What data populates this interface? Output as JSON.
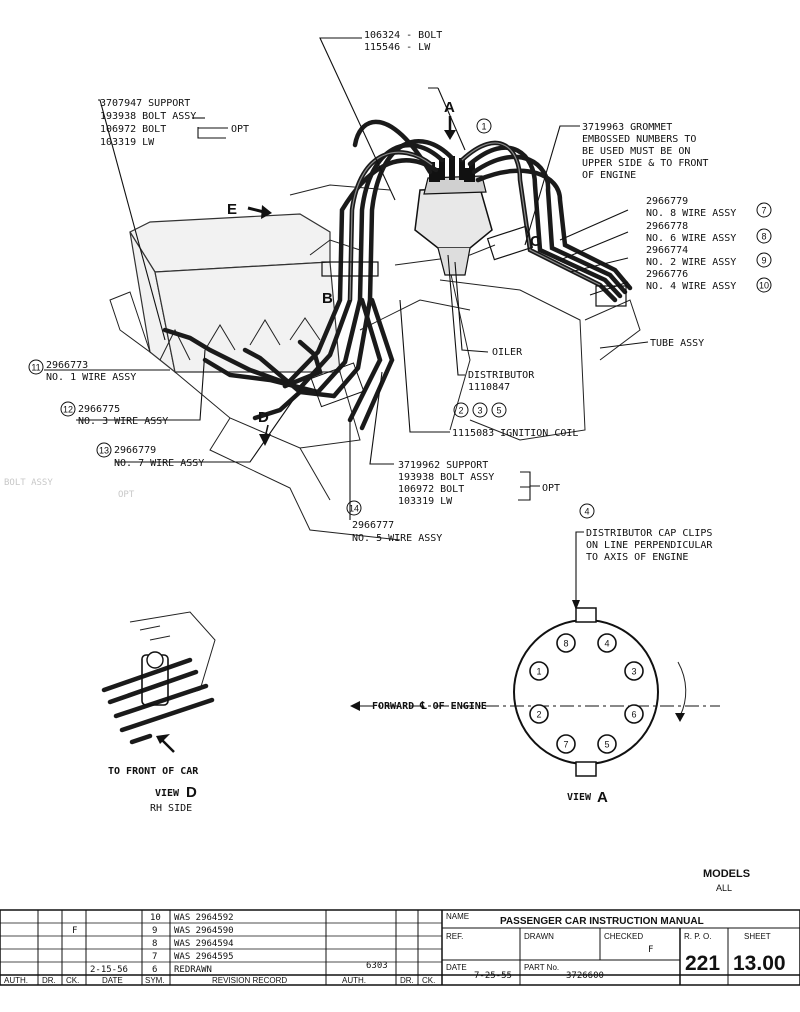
{
  "callouts": {
    "bolt_top_1": "106324 - BOLT",
    "bolt_top_2": "115546 - LW",
    "support_left": [
      "3707947 SUPPORT",
      "193938  BOLT ASSY",
      "106972  BOLT",
      "103319  LW"
    ],
    "support_left_opt": "OPT",
    "grommet": [
      "3719963 GROMMET",
      "EMBOSSED NUMBERS TO",
      "BE USED MUST BE ON",
      "UPPER SIDE & TO FRONT",
      "OF ENGINE"
    ],
    "wire8": [
      "2966779",
      "NO. 8 WIRE ASSY"
    ],
    "wire6": [
      "2966778",
      "NO. 6 WIRE ASSY"
    ],
    "wire2": [
      "2966774",
      "NO. 2 WIRE ASSY"
    ],
    "wire4": [
      "2966776",
      "NO. 4 WIRE ASSY"
    ],
    "wire1": [
      "2966773",
      "NO. 1 WIRE ASSY"
    ],
    "wire3": [
      "2966775",
      "NO. 3 WIRE ASSY"
    ],
    "wire7": [
      "2966779",
      "NO. 7 WIRE ASSY"
    ],
    "wire5": [
      "2966777",
      "NO. 5 WIRE ASSY"
    ],
    "tube": "TUBE ASSY",
    "oiler": "OILER",
    "distributor": [
      "DISTRIBUTOR",
      "1110847"
    ],
    "coil": "1115083 IGNITION COIL",
    "support_right": [
      "3719962 SUPPORT",
      "193938  BOLT ASSY",
      "106972  BOLT",
      "103319  LW"
    ],
    "support_right_opt": "OPT",
    "cap_clips": [
      "DISTRIBUTOR CAP CLIPS",
      "ON LINE PERPENDICULAR",
      "TO AXIS OF ENGINE"
    ],
    "forward": "FORWARD ℄ OF ENGINE",
    "front_of_car": "TO FRONT OF CAR",
    "view_d_word": "VIEW",
    "view_d_letter": "D",
    "rh_side": "RH SIDE",
    "view_a_word": "VIEW",
    "view_a_letter": "A",
    "ghost": "BOLT ASSY",
    "ghost2": "OPT"
  },
  "view_letters": {
    "A": "A",
    "B": "B",
    "C": "C",
    "D": "D",
    "E": "E"
  },
  "circled": {
    "c1": "1",
    "c7": "7",
    "c8": "8",
    "c9": "9",
    "c10": "10",
    "c11": "11",
    "c12": "12",
    "c13": "13",
    "c14": "14",
    "c2": "2",
    "c3": "3",
    "c5": "5",
    "c4": "4"
  },
  "cap_terminals": [
    "8",
    "4",
    "1",
    "3",
    "2",
    "6",
    "7",
    "5"
  ],
  "models": {
    "label": "MODELS",
    "value": "ALL"
  },
  "title_block": {
    "name_label": "NAME",
    "name": "PASSENGER CAR INSTRUCTION MANUAL",
    "ref_label": "REF.",
    "drawn_label": "DRAWN",
    "checked_label": "CHECKED",
    "checked_value": "F",
    "rpo_label": "R. P. O.",
    "rpo_value": "221",
    "sheet_label": "SHEET",
    "sheet_value": "13.00",
    "date_label": "DATE",
    "date_value": "7-25-55",
    "part_label": "PART No.",
    "part_value": "3726600"
  },
  "revision_record": {
    "rows": [
      {
        "sym": "10",
        "text": "WAS 2964592"
      },
      {
        "sym": "9",
        "text": "WAS 2964590"
      },
      {
        "sym": "8",
        "text": "WAS 2964594"
      },
      {
        "sym": "7",
        "text": "WAS 2964595"
      },
      {
        "sym": "6",
        "text": "REDRAWN"
      }
    ],
    "dr_mark": "F",
    "date_entry": "2-15-56",
    "auth_entry": "6303",
    "headers": {
      "auth": "AUTH.",
      "dr": "DR.",
      "ck": "CK.",
      "date": "DATE",
      "sym": "SYM.",
      "record": "REVISION RECORD",
      "auth2": "AUTH.",
      "dr2": "DR.",
      "ck2": "CK."
    }
  }
}
